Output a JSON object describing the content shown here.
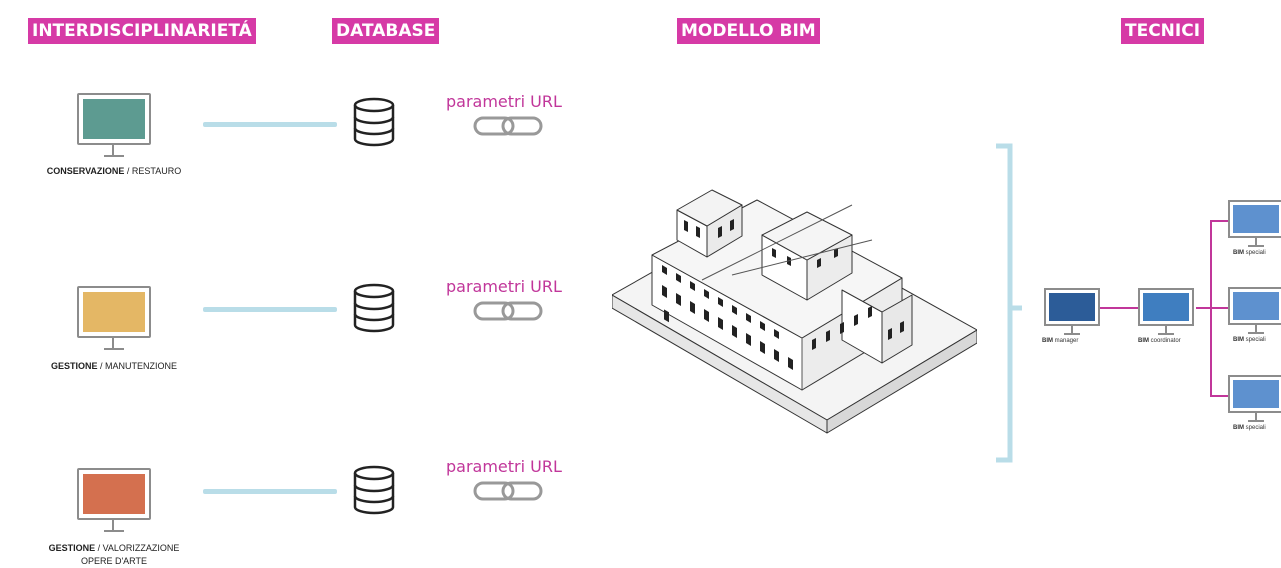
{
  "headers": {
    "interdisciplinarieta": "INTERDISCIPLINARIETÁ",
    "database": "DATABASE",
    "modello_bim": "MODELLO BIM",
    "tecnici": "TECNICI"
  },
  "categories": [
    {
      "bold": "CONSERVAZIONE",
      "rest": " / RESTAURO",
      "line2": "",
      "screen_color": "#5d9b91"
    },
    {
      "bold": "GESTIONE",
      "rest": " / MANUTENZIONE",
      "line2": "",
      "screen_color": "#e4b765"
    },
    {
      "bold": "GESTIONE",
      "rest": " / VALORIZZAZIONE",
      "line2": "OPERE D'ARTE",
      "screen_color": "#d4704f"
    }
  ],
  "params": [
    "parametri URL",
    "parametri URL",
    "parametri URL"
  ],
  "technicians": {
    "manager": {
      "bold": "BIM",
      "rest": " manager",
      "screen_color": "#2c5c98"
    },
    "coordinator": {
      "bold": "BIM",
      "rest": " coordinator",
      "screen_color": "#3f7ec0"
    },
    "specialists": [
      {
        "bold": "BIM",
        "rest": " speciali",
        "screen_color": "#5e91cf"
      },
      {
        "bold": "BIM",
        "rest": " speciali",
        "screen_color": "#5e91cf"
      },
      {
        "bold": "BIM",
        "rest": " speciali",
        "screen_color": "#5e91cf"
      }
    ]
  },
  "colors": {
    "header_bg": "#d63aa6",
    "param_text": "#c1369a",
    "connector": "#b9dde8",
    "bracket": "#b9dde8"
  }
}
